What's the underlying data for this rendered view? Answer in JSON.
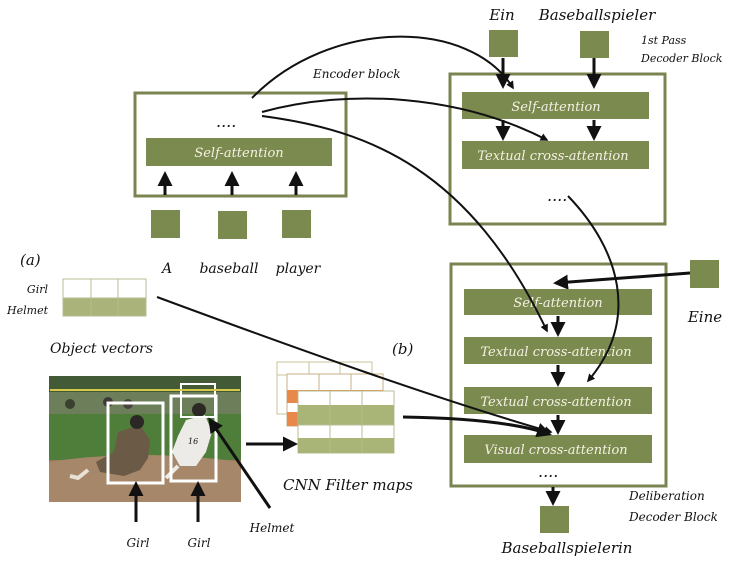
{
  "colors": {
    "block_fill": "#7b8a4e",
    "block_border": "#7a8450",
    "token_fill": "#7b8a4e",
    "object_vector_fill": "#aab47a",
    "filter_map_fill": "#a9b477",
    "filter_map_back_fill": "#e9884b",
    "bounding_box": "#ffffff",
    "arrow": "#111111"
  },
  "encoder": {
    "title": "Encoder block",
    "dots": "....",
    "self_attention": "Self-attention",
    "tokens": [
      "A",
      "baseball",
      "player"
    ]
  },
  "first_pass_decoder": {
    "title_line1": "1st Pass",
    "title_line2": "Decoder Block",
    "inputs": [
      "Ein",
      "Baseballspieler"
    ],
    "self_attention": "Self-attention",
    "textual_cross_attention": "Textual  cross-attention",
    "dots": "...."
  },
  "deliberation_decoder": {
    "title_line1": "Deliberation",
    "title_line2": "Decoder Block",
    "input": "Eine",
    "output": "Baseballspielerin",
    "self_attention": "Self-attention",
    "textual_cross_attention_1": "Textual  cross-attention",
    "textual_cross_attention_2": "Textual  cross-attention",
    "visual_cross_attention": "Visual  cross-attention",
    "dots": "...."
  },
  "object_vectors": {
    "marker": "(a)",
    "rows": [
      "Girl",
      "Helmet"
    ],
    "caption": "Object vectors"
  },
  "cnn": {
    "marker": "(b)",
    "caption": "CNN Filter maps"
  },
  "photo": {
    "labels": [
      "Girl",
      "Girl",
      "Helmet"
    ],
    "jersey_number": "16"
  }
}
